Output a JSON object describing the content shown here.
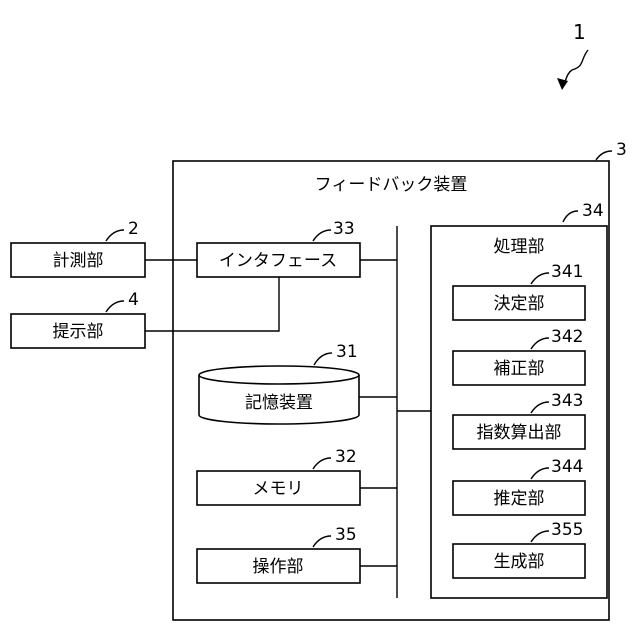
{
  "figure": {
    "ref": "1",
    "device": {
      "ref": "3",
      "title": "フィードバック装置"
    },
    "processor": {
      "ref": "34",
      "title": "処理部"
    },
    "blocks": {
      "measure": {
        "ref": "2",
        "label": "計測部"
      },
      "present": {
        "ref": "4",
        "label": "提示部"
      },
      "interface": {
        "ref": "33",
        "label": "インタフェース"
      },
      "storage": {
        "ref": "31",
        "label": "記憶装置"
      },
      "memory": {
        "ref": "32",
        "label": "メモリ"
      },
      "operation": {
        "ref": "35",
        "label": "操作部"
      },
      "decision": {
        "ref": "341",
        "label": "決定部"
      },
      "correct": {
        "ref": "342",
        "label": "補正部"
      },
      "index": {
        "ref": "343",
        "label": "指数算出部"
      },
      "estimate": {
        "ref": "344",
        "label": "推定部"
      },
      "generate": {
        "ref": "355",
        "label": "生成部"
      }
    }
  }
}
